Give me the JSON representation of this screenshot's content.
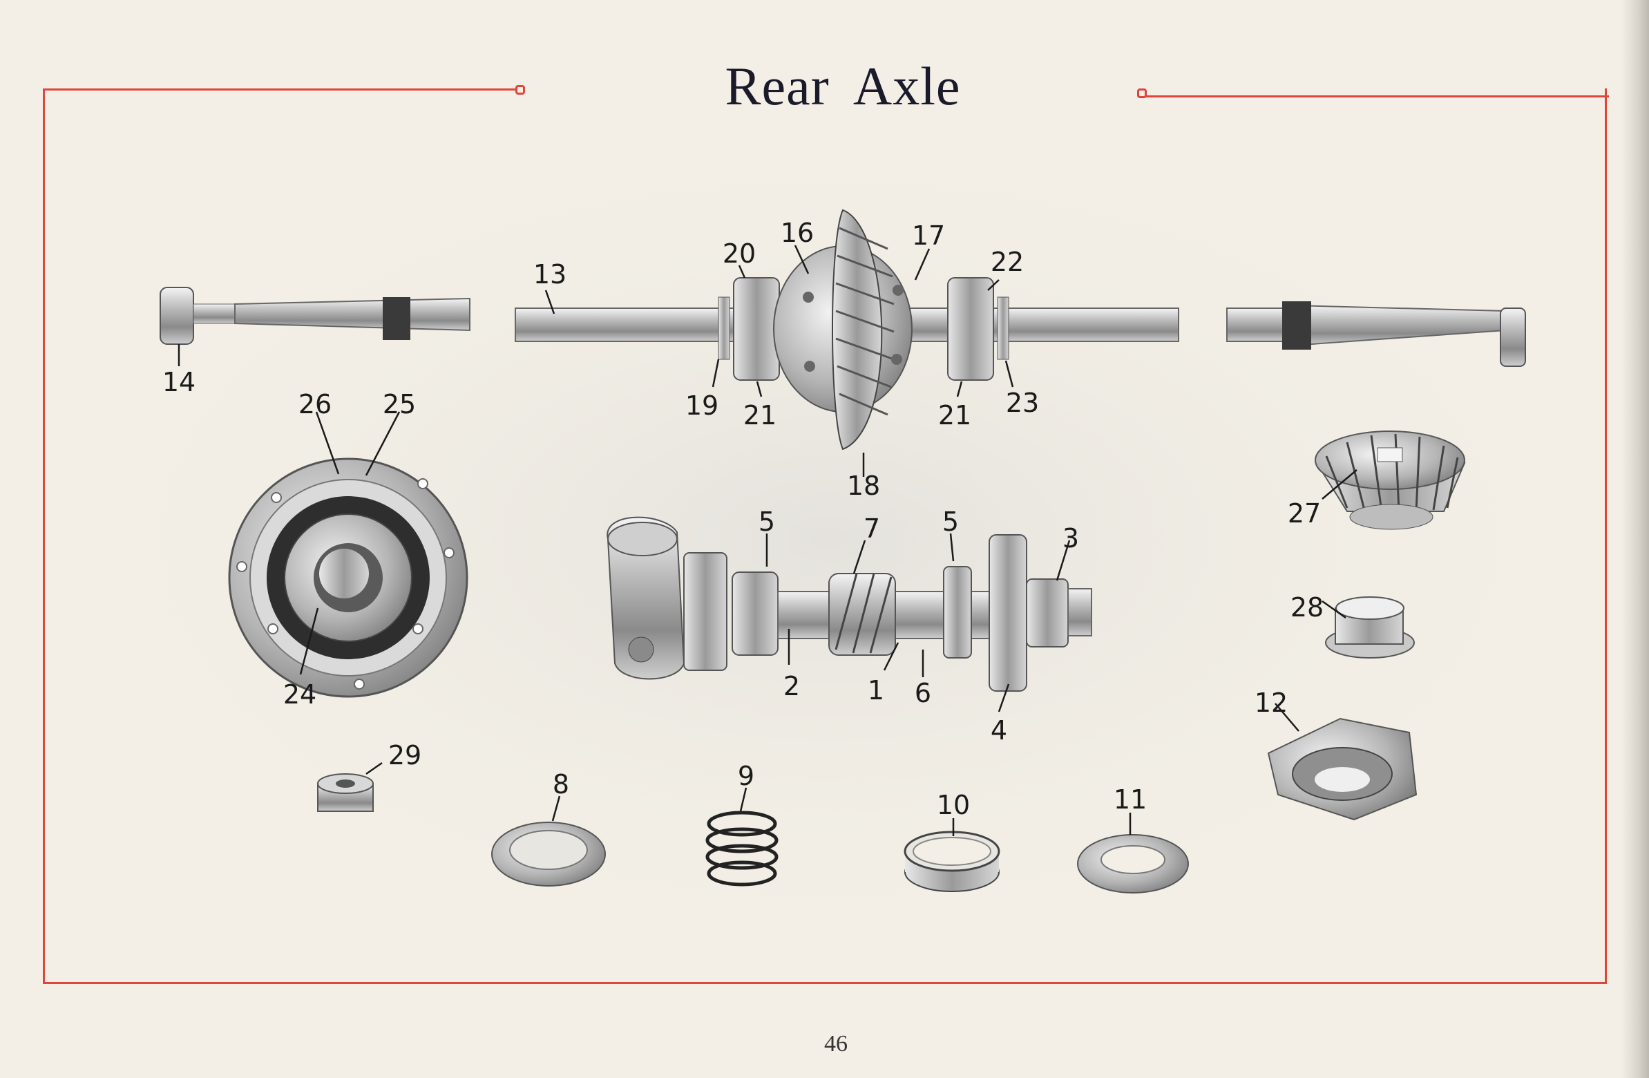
{
  "page": {
    "title": "Rear Axle",
    "page_number": "46"
  },
  "callouts": [
    "1",
    "2",
    "3",
    "4",
    "5",
    "5",
    "6",
    "7",
    "8",
    "9",
    "10",
    "11",
    "12",
    "13",
    "14",
    "16",
    "17",
    "18",
    "19",
    "20",
    "21",
    "21",
    "22",
    "23",
    "24",
    "25",
    "26",
    "27",
    "28",
    "29"
  ],
  "colors": {
    "frame_red": "#e0453a",
    "paper": "#f3efe6",
    "ink": "#1a1a2a"
  }
}
